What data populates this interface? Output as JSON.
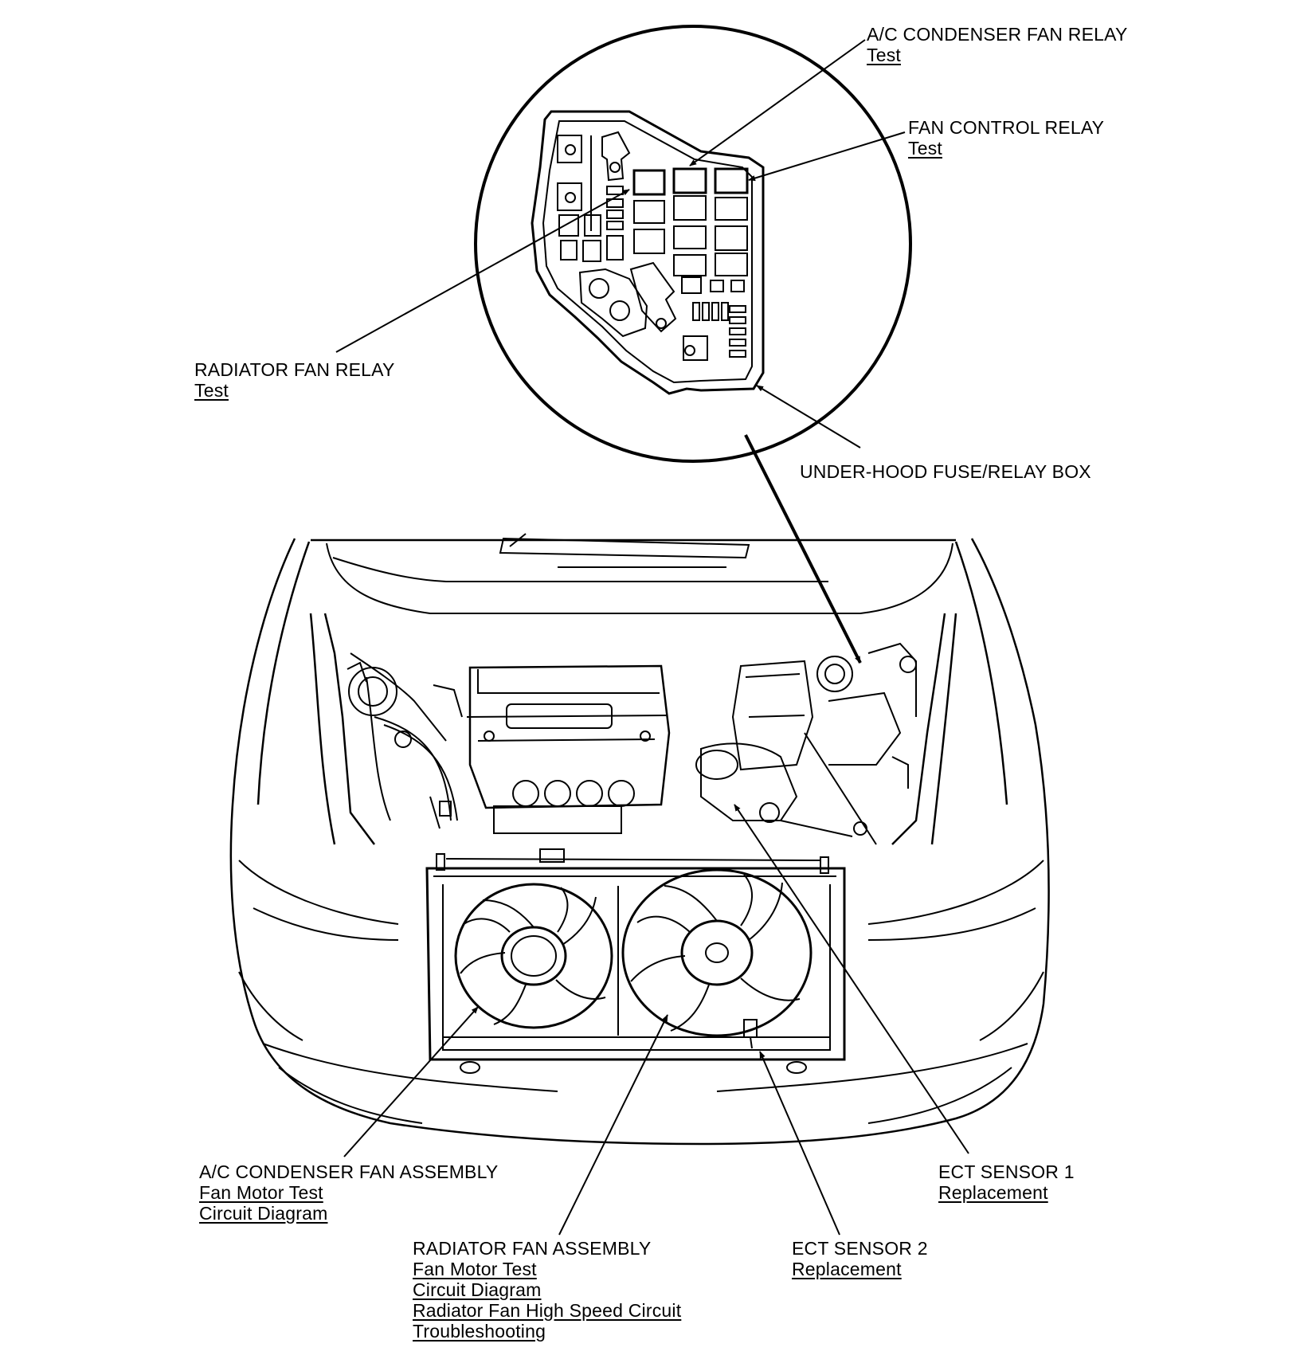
{
  "callouts": {
    "ac_condenser_fan_relay": {
      "title": "A/C CONDENSER FAN RELAY",
      "links": [
        "Test"
      ]
    },
    "fan_control_relay": {
      "title": "FAN CONTROL RELAY",
      "links": [
        "Test"
      ]
    },
    "radiator_fan_relay": {
      "title": "RADIATOR FAN RELAY",
      "links": [
        "Test"
      ]
    },
    "under_hood_fuse_relay_box": {
      "title": "UNDER-HOOD FUSE/RELAY BOX"
    },
    "ac_condenser_fan_assembly": {
      "title": "A/C CONDENSER FAN ASSEMBLY",
      "links": [
        "Fan Motor Test",
        "Circuit Diagram"
      ]
    },
    "ect_sensor_1": {
      "title": "ECT SENSOR 1",
      "links": [
        "Replacement"
      ]
    },
    "radiator_fan_assembly": {
      "title": "RADIATOR FAN ASSEMBLY",
      "links": [
        "Fan Motor Test",
        "Circuit Diagram",
        "Radiator Fan High Speed Circuit",
        "Troubleshooting"
      ]
    },
    "ect_sensor_2": {
      "title": "ECT SENSOR 2",
      "links": [
        "Replacement"
      ]
    }
  },
  "colors": {
    "ink": "#000000",
    "paper": "#ffffff"
  }
}
